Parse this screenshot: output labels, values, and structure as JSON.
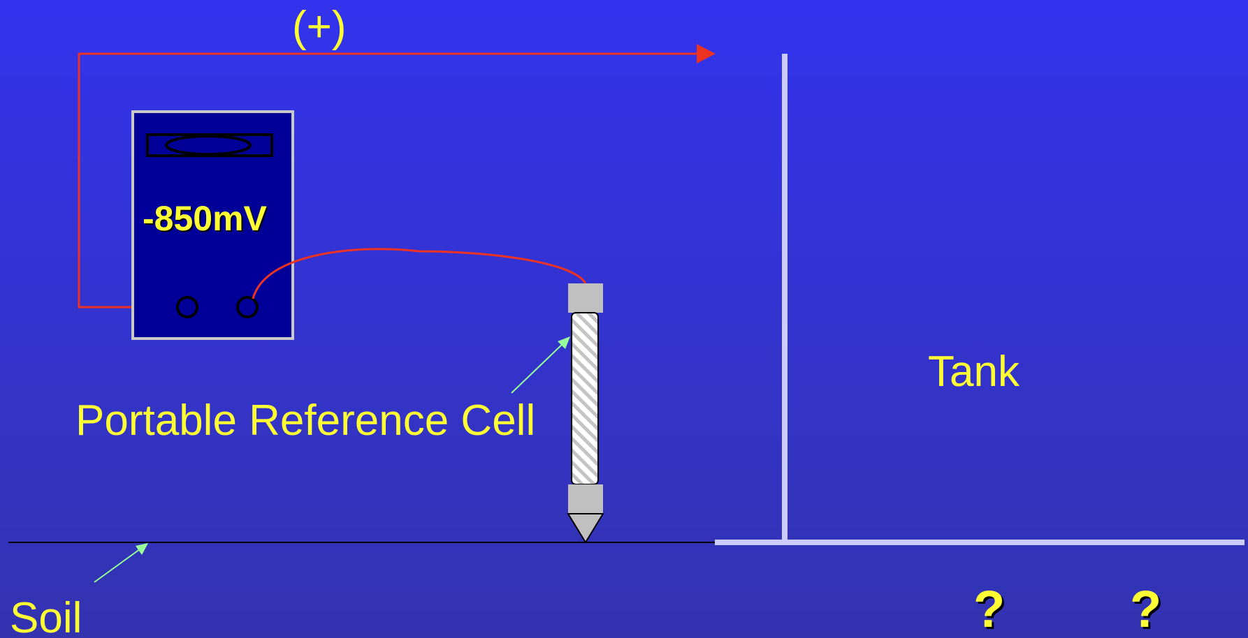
{
  "labels": {
    "positive_terminal": "(+)",
    "reference_cell": "Portable Reference Cell",
    "tank": "Tank",
    "soil": "Soil",
    "unknown_1": "?",
    "unknown_2": "?"
  },
  "meter": {
    "reading": "-850mV"
  },
  "colors": {
    "background": "#3333ee",
    "label_text": "#ffff33",
    "lead_wire": "#ee3322",
    "pointer_arrow": "#99ff99",
    "tank_wall": "#ccccff",
    "meter_body": "#000099",
    "meter_frame": "#c8c8c8",
    "cell_cap": "#c0c0c0"
  },
  "icons": {
    "meter": "voltmeter-icon",
    "terminal": "terminal-circle-icon",
    "cell": "reference-electrode-icon"
  }
}
